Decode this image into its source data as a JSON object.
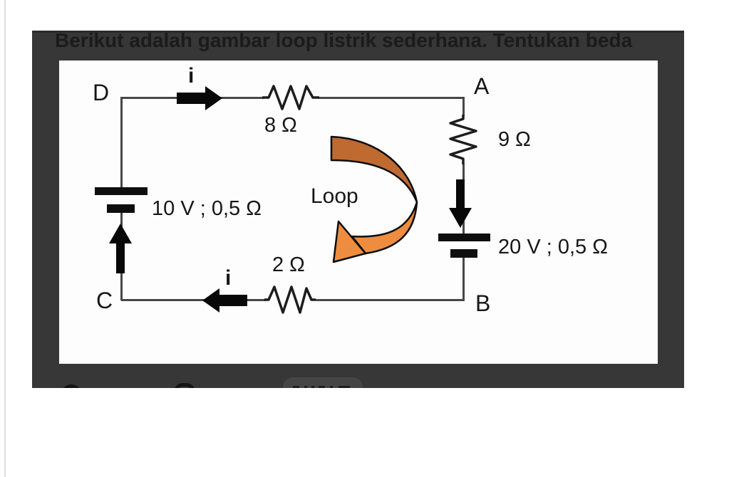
{
  "question": {
    "text": "Berikut adalah gambar loop listrik sederhana. Tentukan beda"
  },
  "circuit": {
    "nodes": {
      "top_left": "D",
      "top_right": "A",
      "bottom_left": "C",
      "bottom_right": "B"
    },
    "currents": {
      "top": "i",
      "bottom": "i"
    },
    "resistors": {
      "top": "8 Ω",
      "right": "9 Ω",
      "bottom": "2 Ω"
    },
    "batteries": {
      "left": "10 V ; 0,5 Ω",
      "right": "20 V ; 0,5 Ω"
    },
    "loop_label": "Loop",
    "loop_direction": "clockwise"
  },
  "colors": {
    "panel_dark": "#373737",
    "panel_white": "#fdfdfd",
    "ink": "#161616",
    "wire": "#474747",
    "loop_arrow_top": "#bf6a30",
    "loop_arrow_bottom": "#ee8d40"
  }
}
